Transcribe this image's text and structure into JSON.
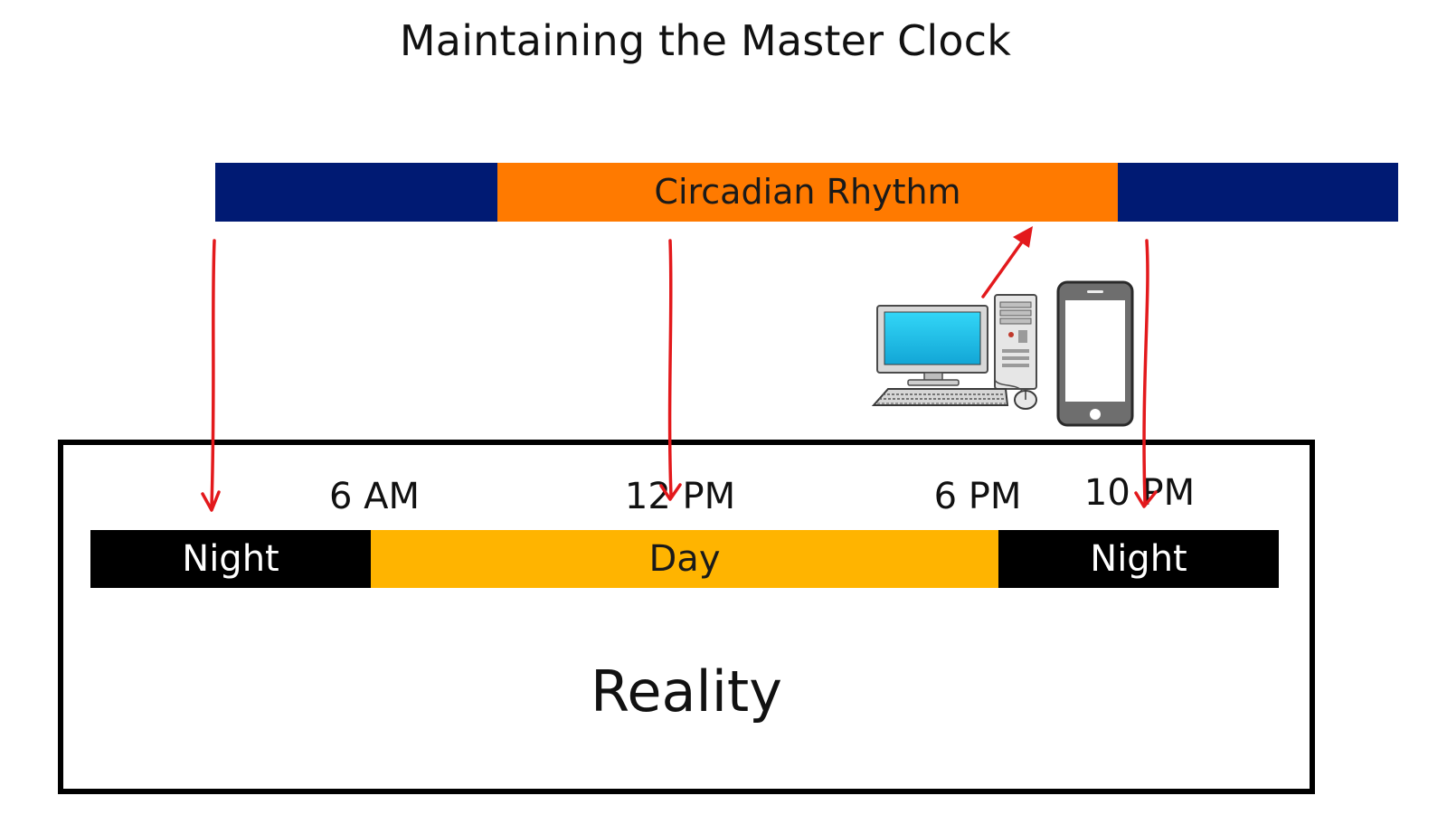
{
  "title": "Maintaining the Master Clock",
  "circadian_bar": {
    "label": "Circadian Rhythm",
    "colors": {
      "night": "#001a73",
      "day": "#ff7a00"
    }
  },
  "reality": {
    "label": "Reality",
    "time_labels": [
      "6 AM",
      "12 PM",
      "6 PM",
      "10 PM"
    ],
    "segments": [
      {
        "label": "Night",
        "color": "#000000",
        "text_color": "#ffffff"
      },
      {
        "label": "Day",
        "color": "#ffb400",
        "text_color": "#1a1a1a"
      },
      {
        "label": "Night",
        "color": "#000000",
        "text_color": "#ffffff"
      }
    ]
  },
  "arrow_color": "#e3191c",
  "icons": [
    "desktop-computer-icon",
    "smartphone-icon"
  ]
}
